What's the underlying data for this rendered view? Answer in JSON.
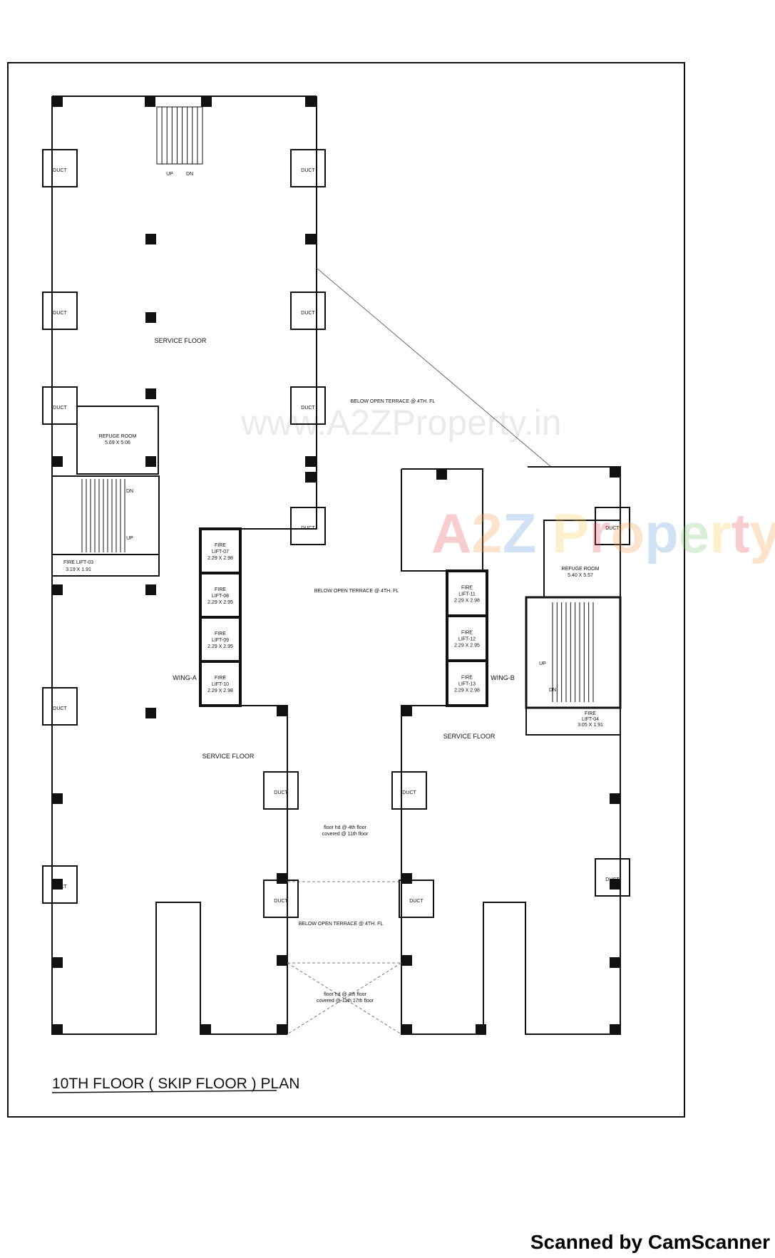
{
  "plan": {
    "title": "10TH FLOOR ( SKIP FLOOR ) PLAN",
    "watermark_url": "www.A2ZProperty.in",
    "logo_text": "A2Z Property",
    "scanner_credit": "Scanned by CamScanner",
    "wing_a": "WING-A",
    "wing_b": "WING-B",
    "service_floor_top": "SERVICE FLOOR",
    "service_floor_left": "SERVICE FLOOR",
    "service_floor_right": "SERVICE FLOOR",
    "terrace_top": "BELOW OPEN TERRACE @ 4TH. FL",
    "terrace_mid": "BELOW OPEN TERRACE @ 4TH. FL",
    "terrace_bottom": "BELOW OPEN TERRACE @ 4TH. FL",
    "void_note_1": [
      "floor hd @ 4th floor",
      "covered @ 11th floor"
    ],
    "void_note_2": [
      "floor hd @ 4th floor",
      "covered @ 11th 17th floor"
    ],
    "refuge_a": {
      "name": "REFUGE ROOM",
      "size": "5.69 X 5.06"
    },
    "refuge_b": {
      "name": "REFUGE ROOM",
      "size": "5.40 X 5.57"
    },
    "fire_lift_03": {
      "name": "FIRE LIFT-03",
      "size": "3.19 X 1.91"
    },
    "fire_lift_04": {
      "name": "FIRE",
      "id": "LIFT-04",
      "size": "3.05 X 1.91"
    },
    "lifts_a": [
      {
        "name": "FIRE",
        "id": "LIFT-07",
        "size": "2.29 X 2.98"
      },
      {
        "name": "FIRE",
        "id": "LIFT-08",
        "size": "2.29 X 2.95"
      },
      {
        "name": "FIRE",
        "id": "LIFT-09",
        "size": "2.29 X 2.95"
      },
      {
        "name": "FIRE",
        "id": "LIFT-10",
        "size": "2.29 X 2.98"
      }
    ],
    "lifts_b": [
      {
        "name": "FIRE",
        "id": "LIFT-11",
        "size": "2.29 X 2.98"
      },
      {
        "name": "FIRE",
        "id": "LIFT-12",
        "size": "2.29 X 2.95"
      },
      {
        "name": "FIRE",
        "id": "LIFT-13",
        "size": "2.29 X 2.98"
      }
    ],
    "duct_label": "DUCT",
    "stair_up": "UP",
    "stair_dn": "DN",
    "logo_colors": [
      "#e8505b",
      "#f39c4a",
      "#5b9bd5",
      "#7cc576",
      "#f6d04d"
    ]
  }
}
